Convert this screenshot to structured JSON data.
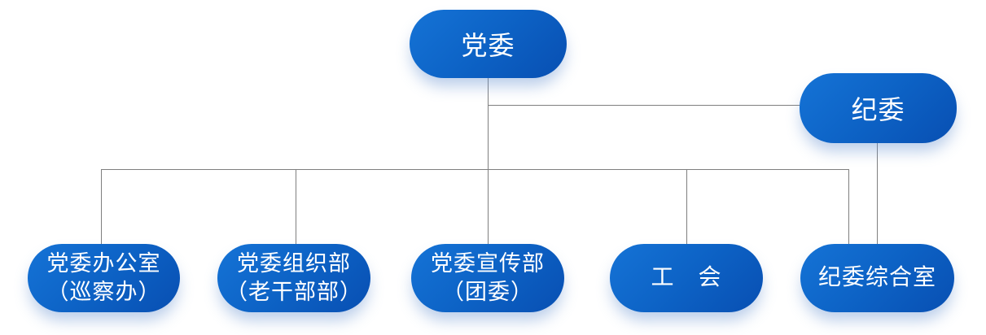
{
  "diagram": {
    "type": "org-chart",
    "background": "white"
  },
  "nodes": {
    "dangwei": {
      "label": "党委"
    },
    "jiwei": {
      "label": "纪委"
    },
    "bangongshi": {
      "line1": "党委办公室",
      "line2": "（巡察办）"
    },
    "zuzhibu": {
      "line1": "党委组织部",
      "line2": "（老干部部）"
    },
    "xuanchuanbu": {
      "line1": "党委宣传部",
      "line2": "（团委）"
    },
    "gonghui": {
      "label": "工　会"
    },
    "zongheshi": {
      "label": "纪委综合室"
    }
  },
  "edges": [
    {
      "from": "党委",
      "to": "纪委"
    },
    {
      "from": "党委",
      "to": "党委办公室（巡察办）"
    },
    {
      "from": "党委",
      "to": "党委组织部（老干部部）"
    },
    {
      "from": "党委",
      "to": "党委宣传部（团委）"
    },
    {
      "from": "党委",
      "to": "工　会"
    },
    {
      "from": "党委",
      "to": "纪委综合室"
    },
    {
      "from": "纪委",
      "to": "纪委综合室"
    }
  ],
  "colors": {
    "node-grad-start": "#1573d6",
    "node-grad-mid": "#0d63c6",
    "node-grad-end": "#084fb2",
    "node-text": "#ffffff",
    "connector": "#7f7f7f",
    "shadow": "rgba(104,146,208,0.45)",
    "background": "#ffffff"
  }
}
